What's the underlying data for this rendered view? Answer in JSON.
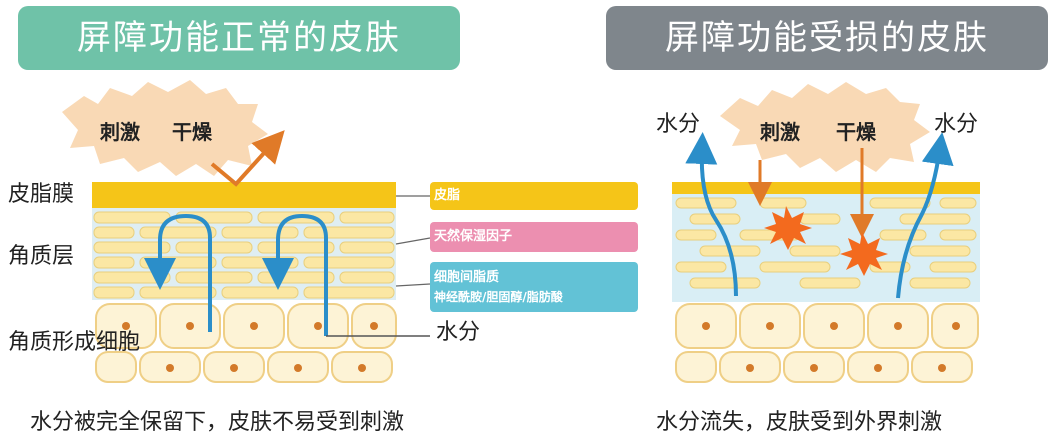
{
  "banners": {
    "left": "屏障功能正常的皮肤",
    "right": "屏障功能受损的皮肤"
  },
  "layer_labels": {
    "sebum_film": "皮脂膜",
    "stratum_corneum": "角质层",
    "corneocytes": "角质形成细胞"
  },
  "stimuli": {
    "left_irritation": "刺激",
    "left_dryness": "干燥",
    "right_irritation": "刺激",
    "right_dryness": "干燥"
  },
  "water": {
    "left_arrow": "水分",
    "right_left": "水分",
    "right_right": "水分"
  },
  "legend": {
    "sebum": "皮脂",
    "nmf": "天然保湿因子",
    "lipid_title": "细胞间脂质",
    "lipid_components": "神经酰胺/胆固醇/脂肪酸"
  },
  "captions": {
    "left": "水分被完全保留下，皮肤不易受到刺激",
    "right": "水分流失，皮肤受到外界刺激"
  },
  "colors": {
    "banner_left": "#6fc2a8",
    "banner_right": "#7f868c",
    "sebum": "#f5c518",
    "nmf": "#ec8fb0",
    "lipid": "#62c2d6",
    "arrow_blue": "#2b8ec9",
    "arrow_orange": "#e07a28",
    "burst": "#f36a1e"
  }
}
